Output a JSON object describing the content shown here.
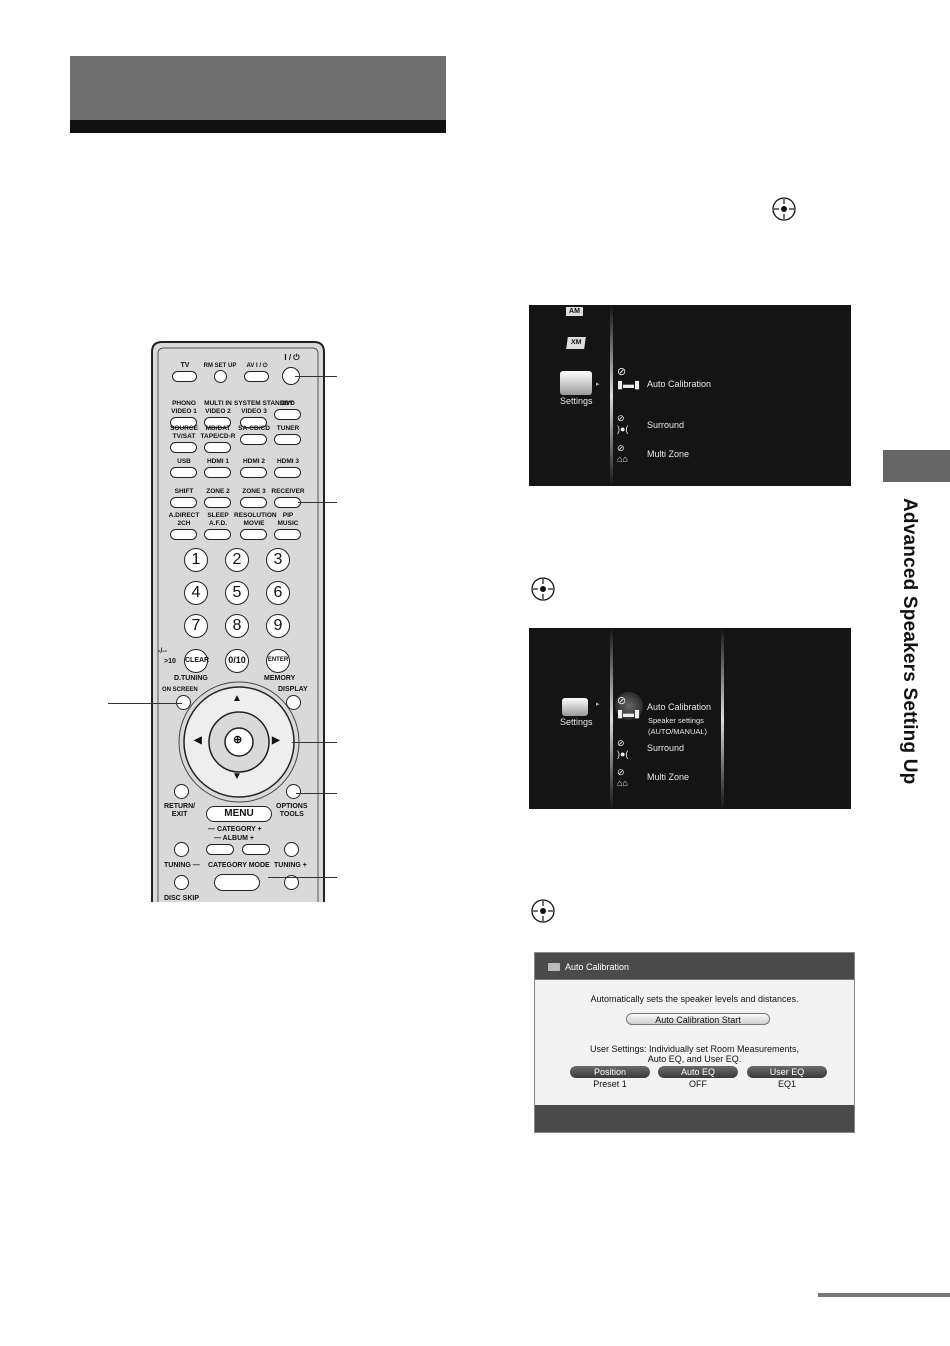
{
  "side_tab": {
    "label": "Advanced Speakers Setting Up"
  },
  "remote": {
    "top_labels": {
      "tv": "TV",
      "rm_set_up": "RM SET UP",
      "av_power": "AV I / ⏻",
      "power": "I / ⏻"
    },
    "row2": [
      "PHONO\nVIDEO 1",
      "MULTI IN\nVIDEO 2",
      "SYSTEM STANDBY\nVIDEO 3",
      "DVD"
    ],
    "row3": [
      "SOURCE\nTV/SAT",
      "MD/DAT\nTAPE/CD-R",
      "SA-CD/CD",
      "TUNER"
    ],
    "row4": [
      "USB",
      "HDMI 1",
      "HDMI 2",
      "HDMI 3"
    ],
    "row5": [
      "SHIFT",
      "ZONE 2",
      "ZONE 3",
      "RECEIVER"
    ],
    "row6": [
      "A.DIRECT\n2CH",
      "SLEEP\nA.F.D.",
      "RESOLUTION\nMOVIE",
      "PIP\nMUSIC"
    ],
    "digits": [
      "1",
      "2",
      "3",
      "4",
      "5",
      "6",
      "7",
      "8",
      "9"
    ],
    "row_bottom": {
      "gt10": ">10",
      "clear": "CLEAR",
      "zero": "0/10",
      "enter": "ENTER",
      "dash": "-/--"
    },
    "d_tuning": "D.TUNING",
    "memory": "MEMORY",
    "on_screen": "ON SCREEN",
    "display": "DISPLAY",
    "return_exit": "RETURN/\nEXIT",
    "options_tools": "OPTIONS\nTOOLS",
    "menu": "MENU",
    "category": "— CATEGORY +",
    "album": "— ALBUM +",
    "tuning_minus": "TUNING —",
    "category_mode": "CATEGORY MODE",
    "tuning_plus": "TUNING +",
    "disc_skip": "DISC SKIP"
  },
  "screen1": {
    "am": "AM",
    "xm": "XM",
    "settings": "Settings",
    "items": [
      "Auto Calibration",
      "Surround",
      "Multi Zone"
    ]
  },
  "screen2": {
    "settings": "Settings",
    "auto_calibration": "Auto Calibration",
    "sub1": "Speaker settings",
    "sub2": "(AUTO/MANUAL)",
    "surround": "Surround",
    "multi_zone": "Multi Zone"
  },
  "screen3": {
    "title": "Auto Calibration",
    "desc": "Automatically sets the speaker levels and distances.",
    "start": "Auto Calibration Start",
    "user_line1": "User Settings: Individually set Room Measurements,",
    "user_line2": "Auto EQ, and User EQ.",
    "buttons": [
      {
        "label": "Position",
        "value": "Preset 1"
      },
      {
        "label": "Auto EQ",
        "value": "OFF"
      },
      {
        "label": "User EQ",
        "value": "EQ1"
      }
    ]
  }
}
